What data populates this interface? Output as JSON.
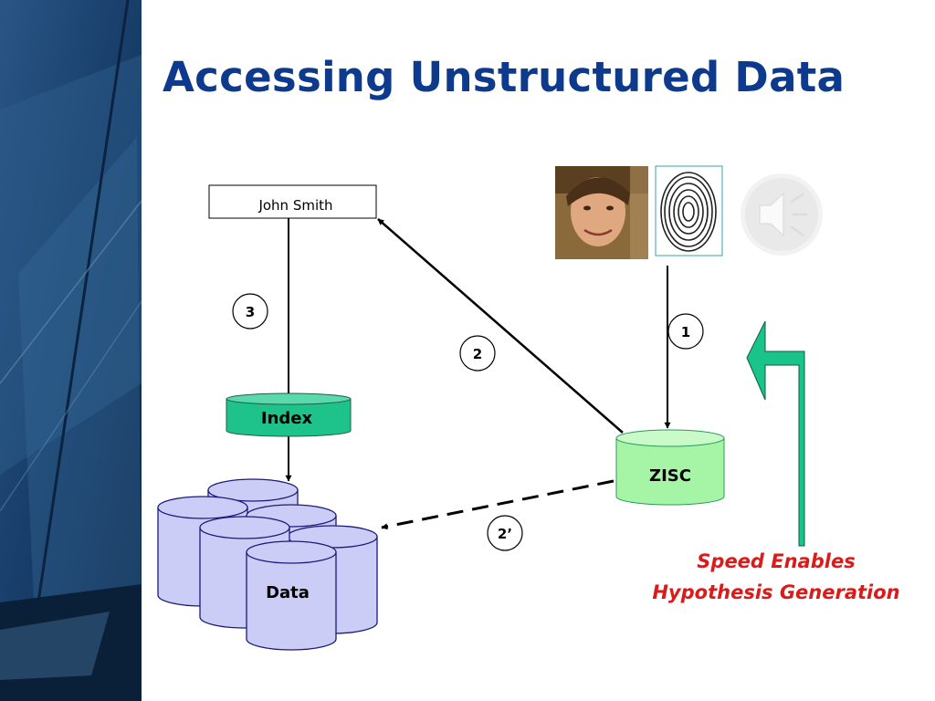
{
  "slide": {
    "title": "Accessing Unstructured Data"
  },
  "diagram": {
    "query_box_label": "John Smith",
    "index_label": "Index",
    "data_label": "Data",
    "zisc_label": "ZISC",
    "steps": [
      "1",
      "2",
      "2’",
      "3"
    ]
  },
  "caption": {
    "line1": "Speed Enables",
    "line2": "Hypothesis Generation"
  },
  "icons": [
    "face-photo-icon",
    "fingerprint-icon",
    "speaker-icon",
    "left-arrow-icon"
  ],
  "colors": {
    "title": "#0d3a8c",
    "sidebar": "#143a66",
    "index_fill": "#1ec38b",
    "zisc_fill": "#a6f5a6",
    "data_fill": "#cccdf7",
    "arrow_fill": "#19c389",
    "caption": "#dd1a1a"
  }
}
